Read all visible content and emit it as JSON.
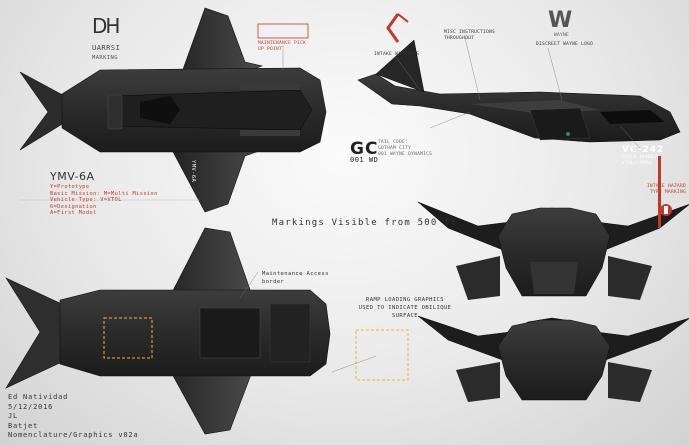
{
  "logo_marking": {
    "glyph": "DH",
    "name": "UARRSI",
    "caption": "MARKING"
  },
  "maintenance_pickup": "MAINTENANCE PICK UP POINT",
  "intake_warnings": "INTAKE WARNINGS",
  "misc_instructions": "MISC INSTRUCTIONS THROUGHOUT",
  "wayne_logo": {
    "glyph": "W",
    "label": "WAYNE",
    "caption": "DISCREET WAYNE LOGO"
  },
  "model": {
    "designation": "YMV-6A",
    "wing_text": "YMV-6A"
  },
  "spec_lines": [
    "Y=Prototype",
    "Basic Mission: M=Multi Mission",
    "Vehicle Type: V=VTOL",
    "6=Designation",
    "A=First Model"
  ],
  "gc_badge": {
    "code": "GC",
    "sub": "001 WD"
  },
  "tail_code_lines": [
    "TAIL CODE:",
    "GOTHAM CITY",
    "001 WAYNE DYNAMICS"
  ],
  "build_number": {
    "code": "VC-242",
    "label": "BUILD NUMBER",
    "detail": "VTOL/CARRO"
  },
  "intake_hazard": "INTAKE HAZARD TYPE MARKING",
  "markings_visible": "Markings Visible from 500 ft",
  "maintenance_access": "Maintenance Access border",
  "ramp_loading": [
    "RAMP LOADING GRAPHICS",
    "USED TO INDICATE OBILIQUE",
    "SURFACE"
  ],
  "credits": [
    "Ed Natividad",
    "5/12/2016",
    "JL",
    "Batjet",
    "Nomenclature/Graphics v02a"
  ],
  "colors": {
    "hull": "#2b2b2b",
    "hull_light": "#4a4a4a",
    "accent": "#c0392b",
    "callout_box": "#f2b431"
  }
}
